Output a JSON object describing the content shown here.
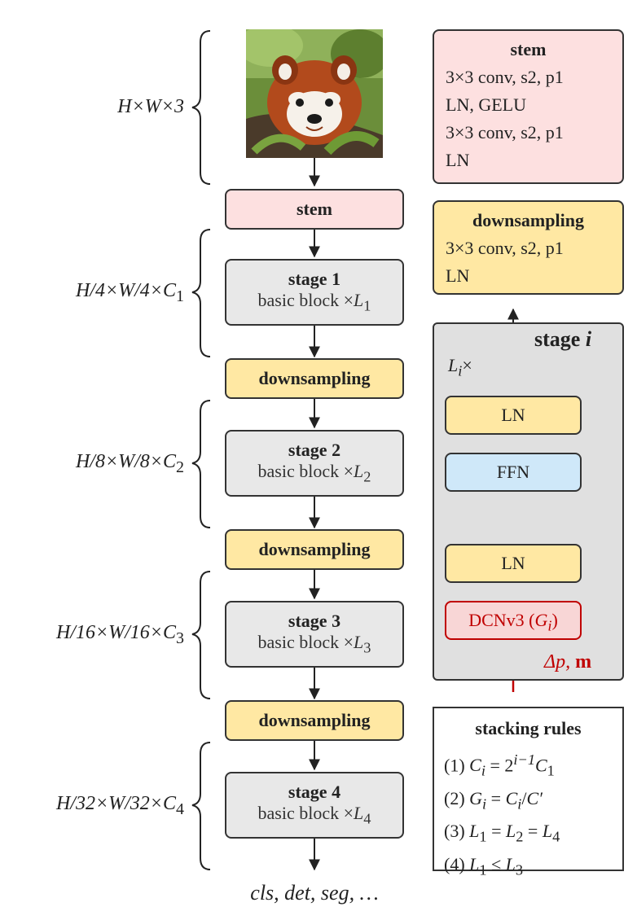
{
  "input": {
    "image_alt": "red panda",
    "dim_label": "H×W×3"
  },
  "pipeline": {
    "stem": "stem",
    "downsampling": "downsampling",
    "stages": [
      {
        "title": "stage 1",
        "block": "basic block ×",
        "L": "L",
        "sub": "1",
        "dim_a": "H/4×W/4×C",
        "dim_sub": "1"
      },
      {
        "title": "stage 2",
        "block": "basic block ×",
        "L": "L",
        "sub": "2",
        "dim_a": "H/8×W/8×C",
        "dim_sub": "2"
      },
      {
        "title": "stage 3",
        "block": "basic block ×",
        "L": "L",
        "sub": "3",
        "dim_a": "H/16×W/16×C",
        "dim_sub": "3"
      },
      {
        "title": "stage 4",
        "block": "basic block ×",
        "L": "L",
        "sub": "4",
        "dim_a": "H/32×W/32×C",
        "dim_sub": "4"
      }
    ],
    "outputs": "cls, det, seg, …"
  },
  "stem_detail": {
    "title": "stem",
    "lines": [
      "3×3 conv, s2, p1",
      "LN, GELU",
      "3×3 conv, s2, p1",
      "LN"
    ]
  },
  "downsampling_detail": {
    "title": "downsampling",
    "lines": [
      "3×3 conv, s2, p1",
      "LN"
    ]
  },
  "stage_detail": {
    "title": "stage ",
    "title_var": "i",
    "repeat": "L",
    "repeat_sub": "i",
    "repeat_suffix": "×",
    "ln": "LN",
    "ffn": "FFN",
    "dcn": "DCNv3 (",
    "dcn_var": "G",
    "dcn_sub": "i",
    "dcn_close": ")",
    "offset": "Δp, ",
    "mask": "m"
  },
  "stacking_rules": {
    "title": "stacking rules",
    "rules": [
      {
        "num": "(1)",
        "expr": "C_i = 2^{i−1} C_1"
      },
      {
        "num": "(2)",
        "expr": "G_i = C_i / C′"
      },
      {
        "num": "(3)",
        "expr": "L_1 = L_2 = L_4"
      },
      {
        "num": "(4)",
        "expr": "L_1 ≤ L_3"
      }
    ]
  },
  "colors": {
    "pink": "#fde0e0",
    "yellow": "#ffe8a3",
    "gray": "#e8e8e8",
    "blue": "#cfe8f9",
    "red": "#c00000"
  }
}
